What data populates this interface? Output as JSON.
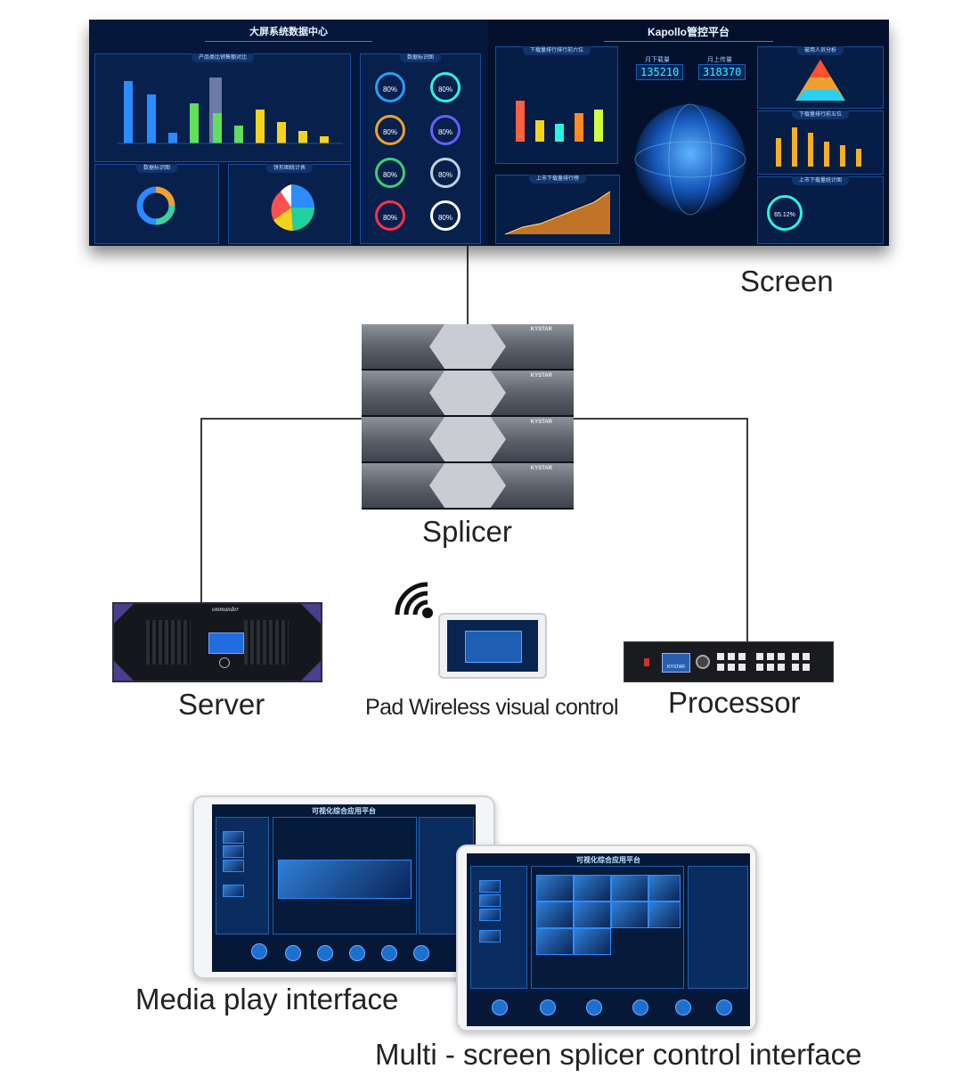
{
  "labels": {
    "screen": "Screen",
    "splicer": "Splicer",
    "server": "Server",
    "pad": "Pad Wireless visual control",
    "processor": "Processor",
    "media": "Media play interface",
    "multi": "Multi - screen splicer control interface"
  },
  "screen": {
    "left_title": "大屏系统数据中心",
    "right_title": "Kapollo管控平台",
    "panels": {
      "sales": "产品类比销售额对比",
      "gauges": "数据标识图",
      "donut": "数据标识图",
      "pie": "饼形图统计表",
      "bars_top": "下载量排行排行前六位",
      "pyramid": "被用人员分析",
      "area": "上市下载量排行榜",
      "bars_right": "下载量排行前五位",
      "ring": "上市下载量统计图"
    },
    "gauge_value": "80%",
    "kpi": [
      {
        "label": "月下载量",
        "value": "135210"
      },
      {
        "label": "月上传量",
        "value": "318370"
      }
    ],
    "ring_value": "65.12%"
  },
  "devices": {
    "splicer_brand": "KYSTAR",
    "server_brand": "ommander",
    "processor_brand": "KYSTAR"
  },
  "tablets": {
    "media_title": "可视化综合应用平台",
    "multi_title": "可视化综合应用平台"
  },
  "colors": {
    "screen_bg": "#031230",
    "accent": "#2a7cff",
    "wire": "#3a3a3a"
  }
}
